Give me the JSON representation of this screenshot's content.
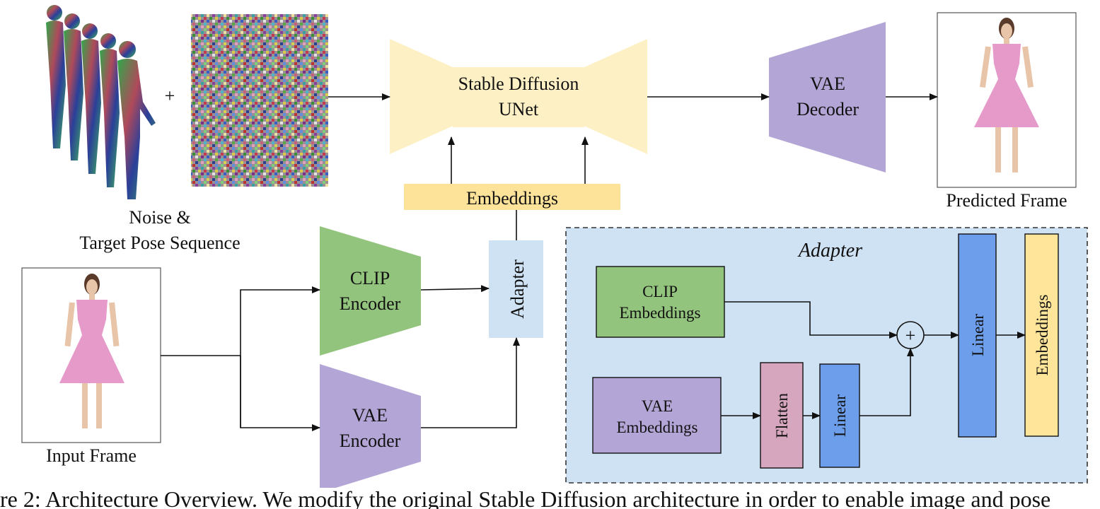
{
  "nodes": {
    "noise_pose_label_line1": "Noise &",
    "noise_pose_label_line2": "Target Pose Sequence",
    "plus_sign": "+",
    "unet_line1": "Stable Diffusion",
    "unet_line2": "UNet",
    "vae_decoder_line1": "VAE",
    "vae_decoder_line2": "Decoder",
    "predicted_frame_label": "Predicted Frame",
    "embeddings": "Embeddings",
    "input_frame_label": "Input Frame",
    "clip_encoder_line1": "CLIP",
    "clip_encoder_line2": "Encoder",
    "vae_encoder_line1": "VAE",
    "vae_encoder_line2": "Encoder",
    "adapter": "Adapter"
  },
  "adapter_detail": {
    "title": "Adapter",
    "clip_embeddings_line1": "CLIP",
    "clip_embeddings_line2": "Embeddings",
    "vae_embeddings_line1": "VAE",
    "vae_embeddings_line2": "Embeddings",
    "flatten": "Flatten",
    "linear_small": "Linear",
    "sum_symbol": "+",
    "linear_big": "Linear",
    "embeddings_out": "Embeddings"
  },
  "caption": "re 2: Architecture Overview. We modify the original Stable Diffusion architecture in order to enable image and pose",
  "colors": {
    "unet": "#fdf0c4",
    "embeddings": "#fde39a",
    "vae_purple": "#b3a5d6",
    "clip_green": "#93c47d",
    "adapter_blue": "#cfe2f3",
    "linear_blue": "#6d9eeb",
    "flatten_pink": "#d5a6bd",
    "embeddings_yellow": "#ffe599",
    "dress_pink": "#e69ac9"
  }
}
